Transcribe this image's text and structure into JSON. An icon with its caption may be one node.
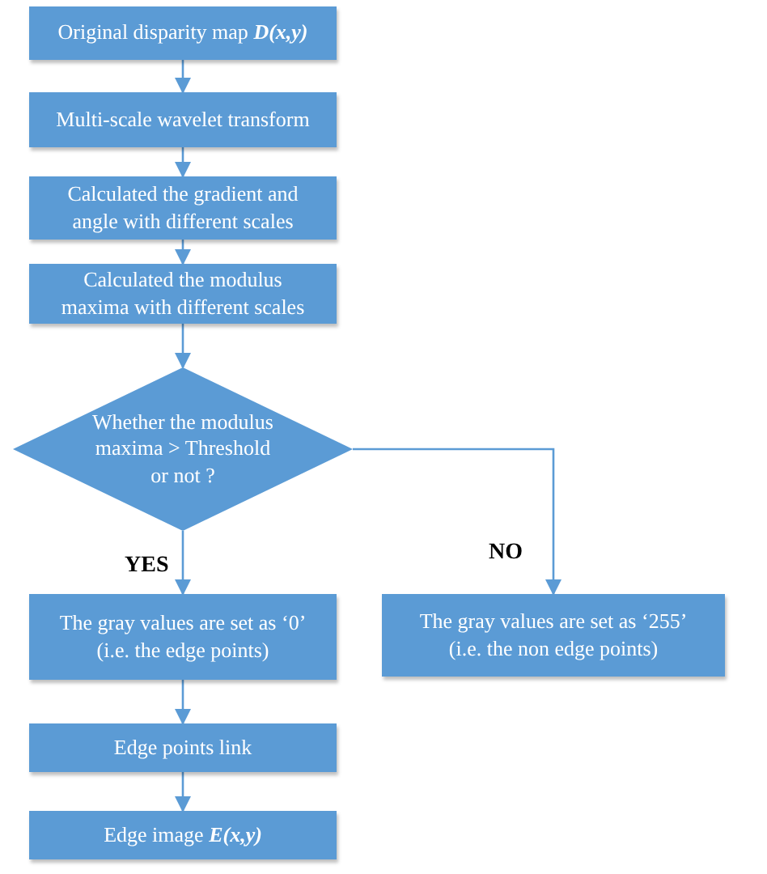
{
  "diagram": {
    "nodes": [
      {
        "text": [
          "Original disparity map **D(x,y)**"
        ]
      },
      {
        "text": [
          "Multi-scale wavelet transform"
        ]
      },
      {
        "text": [
          "Calculated the gradient and angle with different scales"
        ]
      },
      {
        "text": [
          "Calculated the modulus maxima with different scales"
        ]
      },
      {
        "text": [
          "Whether the modulus maxima > Threshold or not ?"
        ]
      },
      {
        "text": [
          "The gray values are set as ‘0’ (i.e. the edge points)"
        ]
      },
      {
        "text": [
          "The gray values are set as ‘255’ (i.e. the non edge points)"
        ]
      },
      {
        "text": [
          "Edge points link"
        ]
      },
      {
        "text": [
          "Edge image **E(x,y)**"
        ]
      }
    ],
    "edges": [
      {
        "from": 0,
        "to": 1,
        "arrow": "to"
      },
      {
        "from": 1,
        "to": 2,
        "arrow": "to"
      },
      {
        "from": 2,
        "to": 3,
        "arrow": "to"
      },
      {
        "from": 3,
        "to": 4,
        "arrow": "to"
      },
      {
        "from": 4,
        "to": 5,
        "arrow": "to",
        "label": "YES"
      },
      {
        "from": 4,
        "to": 6,
        "arrow": "to",
        "label": "NO"
      },
      {
        "from": 5,
        "to": 7,
        "arrow": "to"
      },
      {
        "from": 7,
        "to": 8,
        "arrow": "to"
      }
    ]
  }
}
